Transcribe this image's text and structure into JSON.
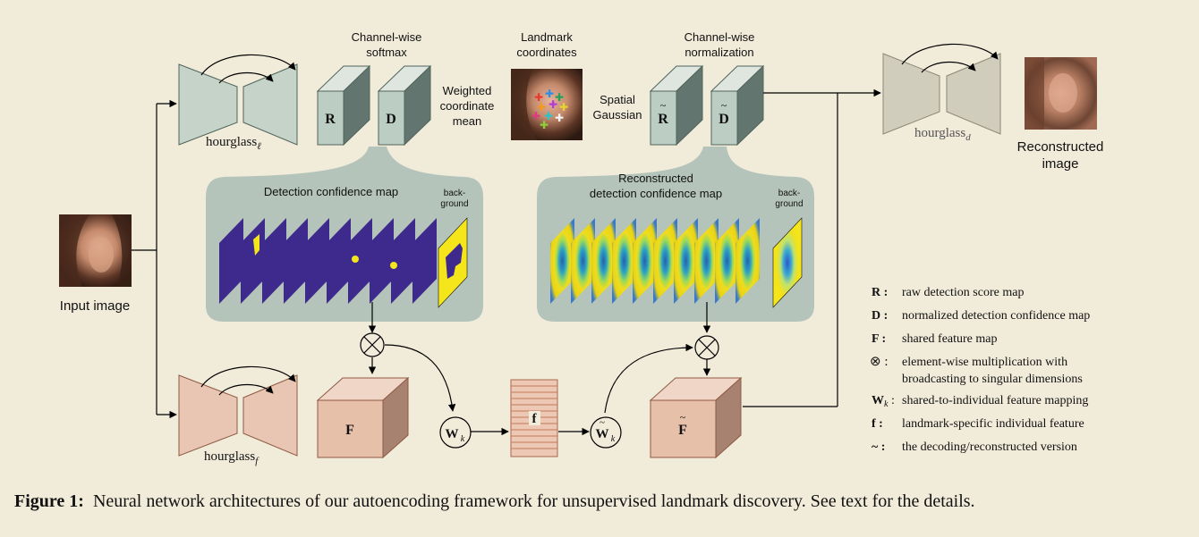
{
  "labels": {
    "channel_softmax": [
      "Channel-wise",
      "softmax"
    ],
    "landmark_coords": [
      "Landmark",
      "coordinates"
    ],
    "channel_norm": [
      "Channel-wise",
      "normalization"
    ],
    "weighted_mean": [
      "Weighted",
      "coordinate",
      "mean"
    ],
    "spatial_gaussian": [
      "Spatial",
      "Gaussian"
    ],
    "detection_map": "Detection confidence map",
    "recon_map": [
      "Reconstructed",
      "detection confidence map"
    ],
    "background": [
      "back-",
      "ground"
    ],
    "input_image": "Input image",
    "recon_image": [
      "Reconstructed",
      "image"
    ],
    "hourglass": "hourglass",
    "sub_l": "ℓ",
    "sub_f": "f",
    "sub_d": "d",
    "R": "R",
    "D": "D",
    "F": "F",
    "f": "f",
    "W": "W",
    "sub_k": "k",
    "tilde": "~",
    "otimes": "⊗"
  },
  "legend": [
    {
      "key": "R :",
      "text": "raw detection score map"
    },
    {
      "key": "D :",
      "text": "normalized detection confidence map"
    },
    {
      "key": "F :",
      "text": "shared feature map"
    },
    {
      "key": "⊗ :",
      "text": "element-wise multiplication with",
      "text2": "broadcasting to singular dimensions"
    },
    {
      "key": "W",
      "key_sub": "k",
      "key_suffix": " :",
      "text": "shared-to-individual feature mapping"
    },
    {
      "key": "f :",
      "text": "landmark-specific individual feature"
    },
    {
      "key": "~ :",
      "text": "the decoding/reconstructed version"
    }
  ],
  "caption": {
    "label": "Figure 1:",
    "text": "Neural network architectures of our autoencoding framework for unsupervised landmark discovery. See text for the details."
  },
  "colors": {
    "background": "#f1ebda",
    "teal_fill": "#c5d3c9",
    "teal_stroke": "#50645c",
    "box_front": "#bccdc4",
    "box_side": "#62756e",
    "panel": "#b4c4bb",
    "orange_fill": "#e9c6b3",
    "orange_front": "#e7c0aa",
    "orange_side": "#a88270",
    "orange_stroke": "#8f5a43",
    "gray_fill": "#d1cdbd",
    "heat_dark": "#3e2a8c",
    "heat_yellow": "#f5e61b"
  }
}
